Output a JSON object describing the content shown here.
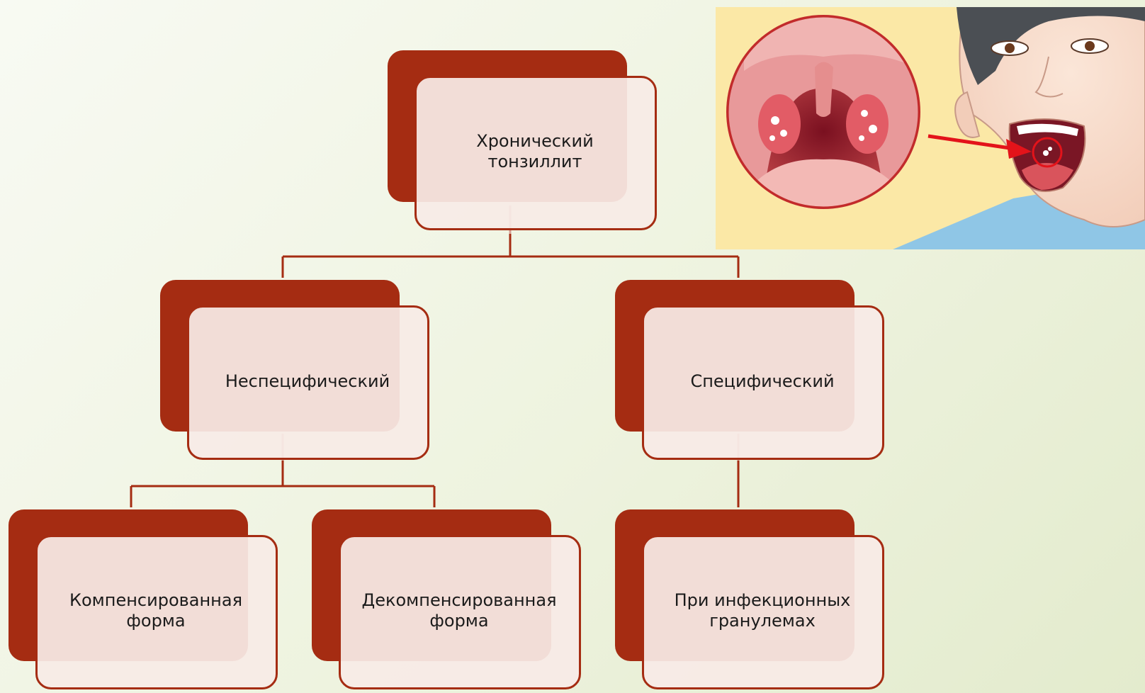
{
  "nodes": {
    "root": {
      "label": "Хронический тонзиллит"
    },
    "nonspecific": {
      "label": "Неспецифический"
    },
    "specific": {
      "label": "Специфический"
    },
    "compensated": {
      "label": "Компенсированная\nформа"
    },
    "decompensated": {
      "label": "Декомпенсированная\nформа"
    },
    "granulomas": {
      "label": "При инфекционных\nгранулемах"
    }
  },
  "colors": {
    "accent": "#a52c12",
    "box_fill": "#f8ebe6",
    "background": "#eef3df"
  },
  "image": {
    "subject": "throat-tonsils-illustration"
  }
}
